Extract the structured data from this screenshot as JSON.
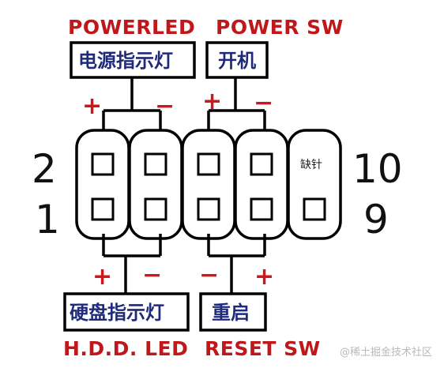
{
  "labels": {
    "power_led_title": "POWERLED",
    "power_sw_title": "POWER SW",
    "power_led_box": "电源指示灯",
    "power_sw_box": "开机",
    "hdd_led_box": "硬盘指示灯",
    "reset_box": "重启",
    "hdd_led_title": "H.D.D. LED",
    "reset_sw_title": "RESET SW",
    "missing_pin": "缺针",
    "pin_2": "2",
    "pin_1": "1",
    "pin_10": "10",
    "pin_9": "9",
    "plus": "+",
    "minus": "−"
  },
  "watermark": "@稀土掘金技术社区",
  "colors": {
    "title_red": "#c0181a",
    "label_blue": "#1f2a7a",
    "sign_red": "#d0161a"
  }
}
